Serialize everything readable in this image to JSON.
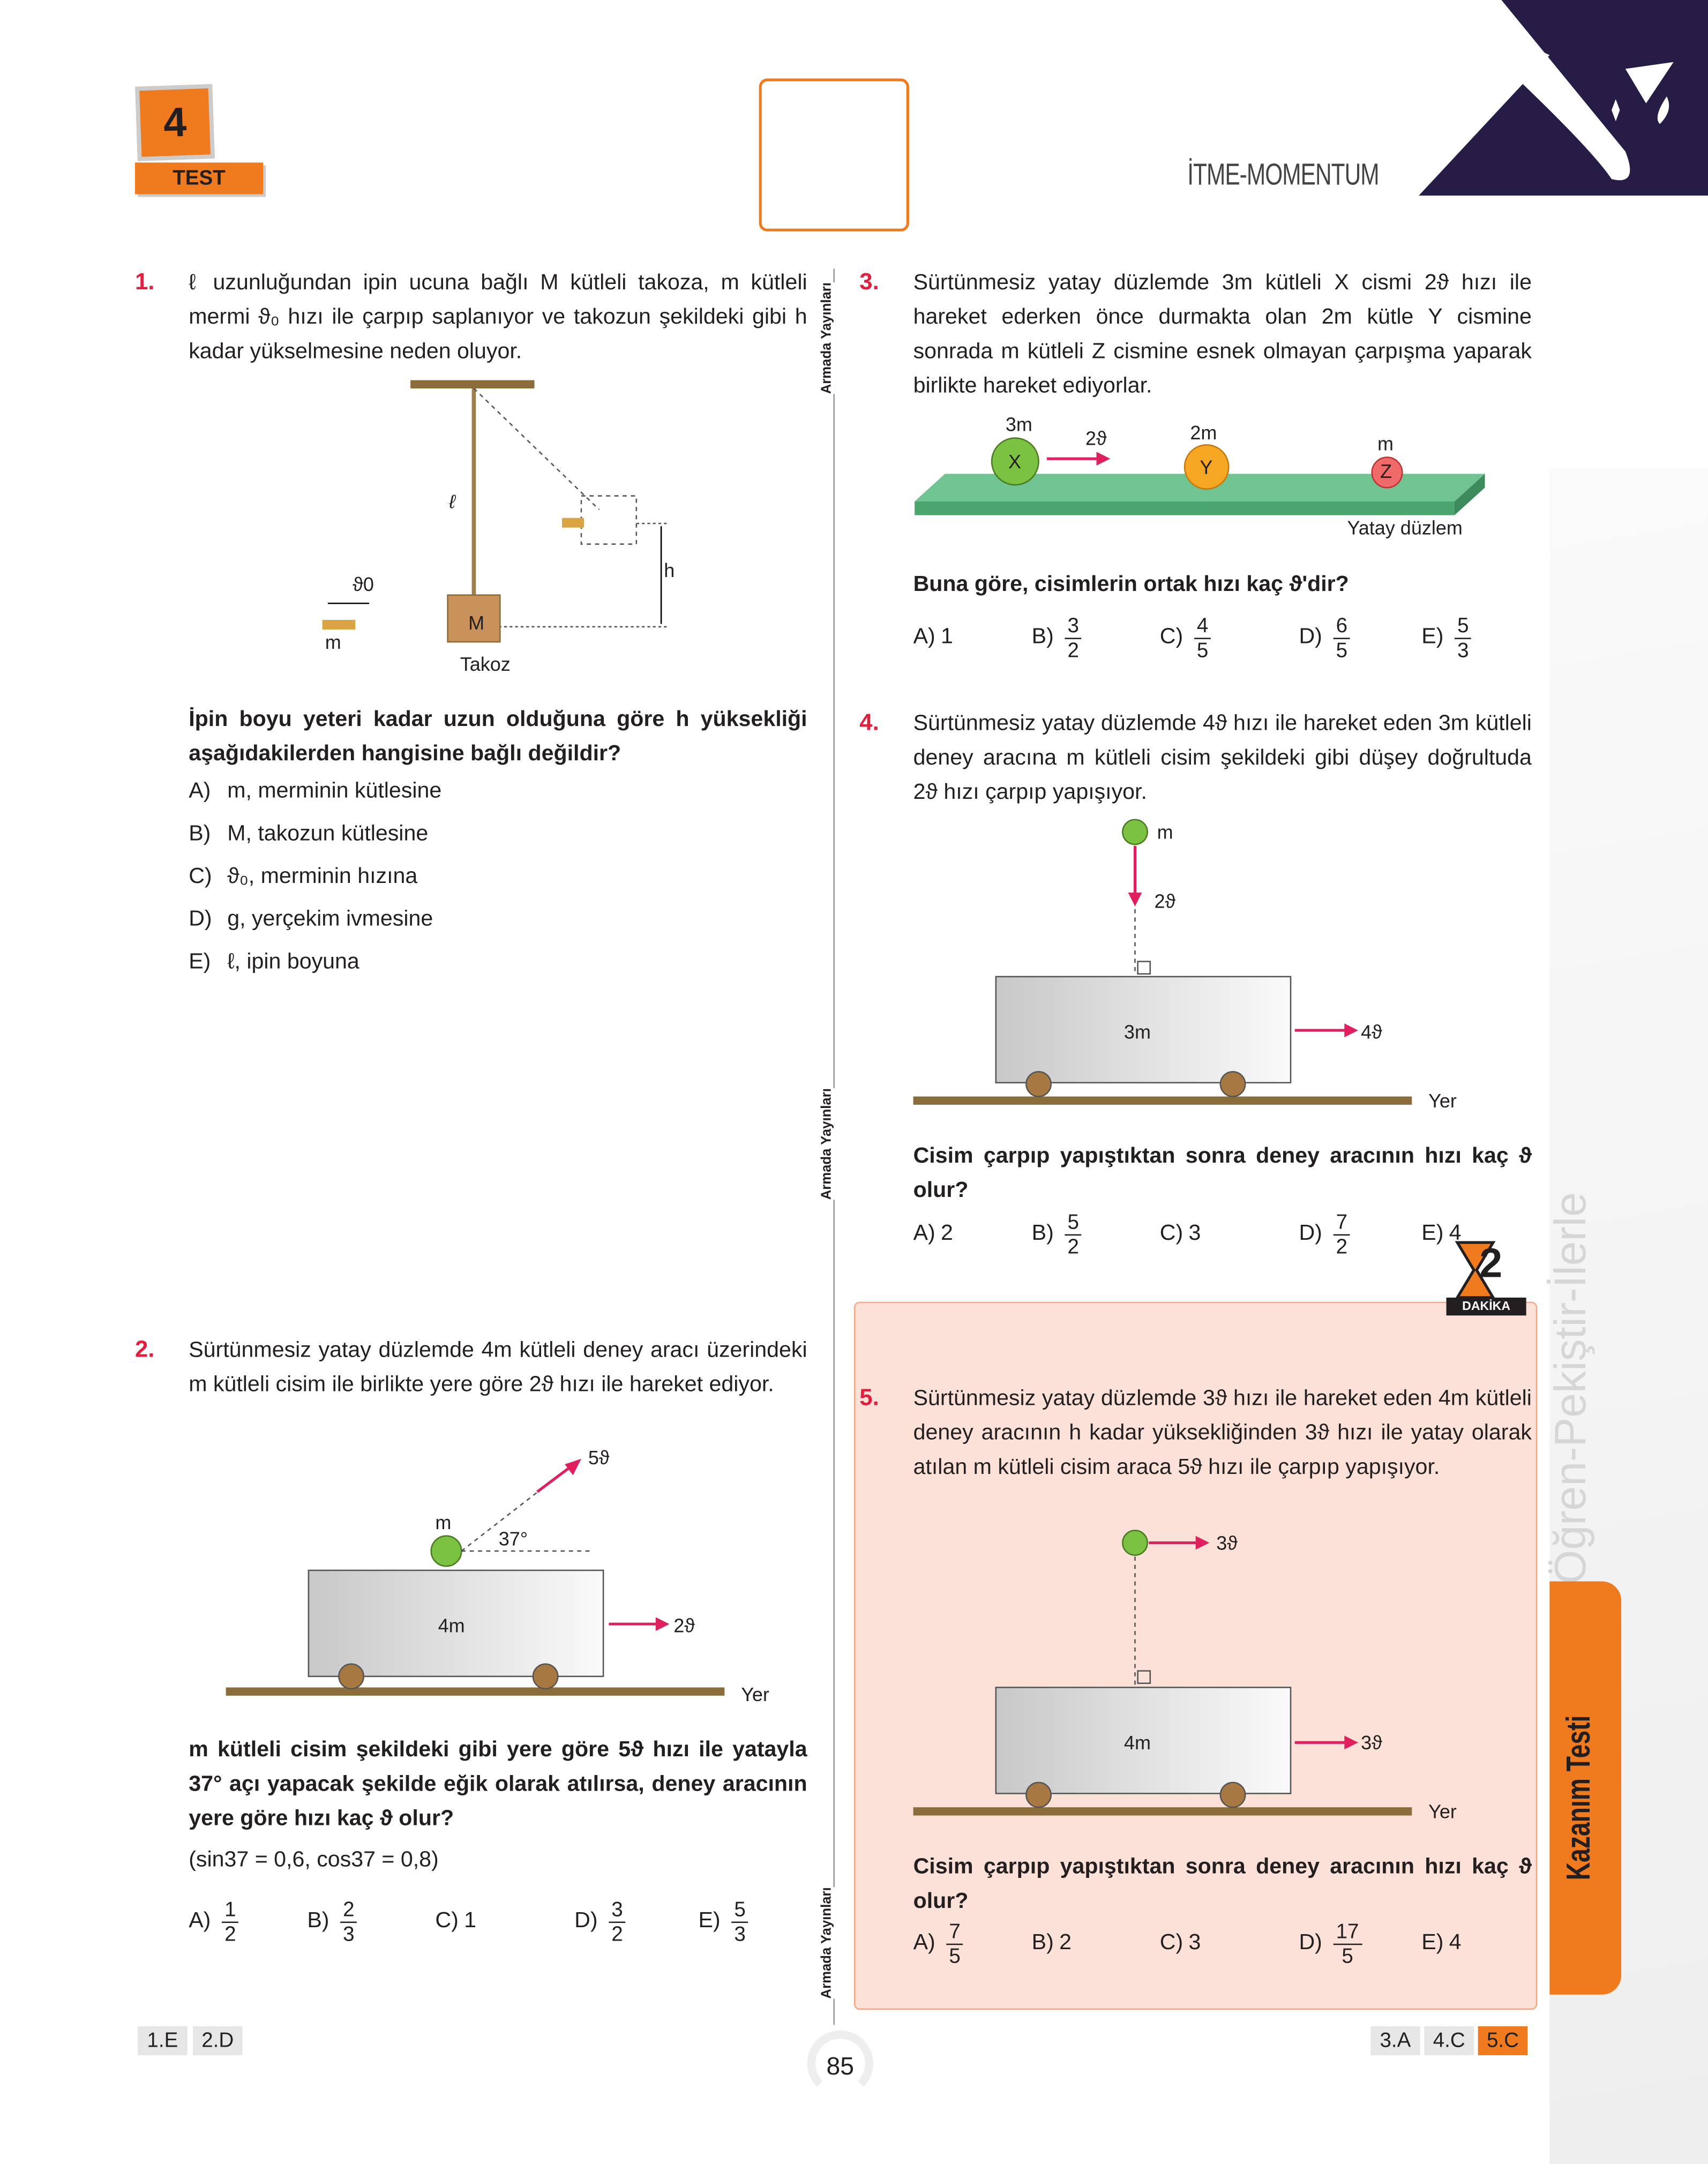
{
  "header": {
    "test_number": "4",
    "test_label": "TEST",
    "topic": "İTME-MOMENTUM",
    "publisher": "Armada Yayınları"
  },
  "side": {
    "slogan": "Öğren-Pekiştir-İlerle",
    "tab": "Kazanım Testi",
    "timer_number": "2",
    "timer_label": "DAKİKA"
  },
  "colors": {
    "accent": "#f07a1e",
    "question_number": "#e0203e",
    "dark": "#261c45",
    "highlight_bg": "#fbe1d8"
  },
  "q1": {
    "number": "1.",
    "text": "ℓ uzunluğundan ipin ucuna bağlı M kütleli takoza, m kütleli mermi ϑ₀ hızı ile çarpıp saplanıyor ve takozun şekildeki gibi h kadar yükselmesine neden oluyor.",
    "fig": {
      "l": "ℓ",
      "h": "h",
      "v0": "ϑ0",
      "m": "m",
      "M": "M",
      "takoz": "Takoz"
    },
    "question": "İpin boyu yeteri kadar uzun olduğuna göre h yüksekliği aşağıdakilerden hangisine bağlı değildir?",
    "options": [
      {
        "k": "A)",
        "t": "m, merminin kütlesine"
      },
      {
        "k": "B)",
        "t": "M, takozun kütlesine"
      },
      {
        "k": "C)",
        "t": "ϑ₀, merminin hızına"
      },
      {
        "k": "D)",
        "t": "g, yerçekim ivmesine"
      },
      {
        "k": "E)",
        "t": "ℓ, ipin boyuna"
      }
    ]
  },
  "q2": {
    "number": "2.",
    "text": "Sürtünmesiz yatay düzlemde 4m kütleli deney aracı üzerindeki m kütleli cisim ile birlikte yere göre 2ϑ hızı ile hareket ediyor.",
    "fig": {
      "v5": "5ϑ",
      "m": "m",
      "angle": "37°",
      "cart": "4m",
      "v2": "2ϑ",
      "ground": "Yer"
    },
    "question": "m kütleli cisim şekildeki gibi yere göre 5ϑ hızı ile yatayla 37° açı yapacak şekilde eğik olarak atılırsa, deney aracının yere göre hızı kaç ϑ olur?",
    "hint": "(sin37 = 0,6, cos37 = 0,8)",
    "options": [
      {
        "k": "A)",
        "n": "1",
        "d": "2"
      },
      {
        "k": "B)",
        "n": "2",
        "d": "3"
      },
      {
        "k": "C)",
        "t": "1"
      },
      {
        "k": "D)",
        "n": "3",
        "d": "2"
      },
      {
        "k": "E)",
        "n": "5",
        "d": "3"
      }
    ]
  },
  "q3": {
    "number": "3.",
    "text": "Sürtünmesiz yatay düzlemde 3m kütleli X cismi 2ϑ hızı ile hareket ederken önce durmakta olan 2m kütle Y cismine sonrada m kütleli Z cismine esnek olmayan çarpışma yaparak birlikte hareket ediyorlar.",
    "fig": {
      "mx": "3m",
      "x": "X",
      "v": "2ϑ",
      "my": "2m",
      "y": "Y",
      "mz": "m",
      "z": "Z",
      "plane": "Yatay düzlem"
    },
    "question": "Buna göre, cisimlerin ortak hızı kaç ϑ'dir?",
    "options": [
      {
        "k": "A)",
        "t": "1"
      },
      {
        "k": "B)",
        "n": "3",
        "d": "2"
      },
      {
        "k": "C)",
        "n": "4",
        "d": "5"
      },
      {
        "k": "D)",
        "n": "6",
        "d": "5"
      },
      {
        "k": "E)",
        "n": "5",
        "d": "3"
      }
    ]
  },
  "q4": {
    "number": "4.",
    "text": "Sürtünmesiz yatay düzlemde 4ϑ hızı ile hareket eden 3m kütleli deney aracına m kütleli cisim şekildeki gibi düşey doğrultuda 2ϑ hızı çarpıp yapışıyor.",
    "fig": {
      "m": "m",
      "v": "2ϑ",
      "cart": "3m",
      "vc": "4ϑ",
      "ground": "Yer"
    },
    "question": "Cisim çarpıp yapıştıktan sonra deney aracının hızı kaç ϑ olur?",
    "options": [
      {
        "k": "A)",
        "t": "2"
      },
      {
        "k": "B)",
        "n": "5",
        "d": "2"
      },
      {
        "k": "C)",
        "t": "3"
      },
      {
        "k": "D)",
        "n": "7",
        "d": "2"
      },
      {
        "k": "E)",
        "t": "4"
      }
    ]
  },
  "q5": {
    "number": "5.",
    "text": "Sürtünmesiz yatay düzlemde 3ϑ hızı ile hareket eden 4m kütleli deney aracının h kadar yüksekliğinden 3ϑ hızı ile yatay olarak atılan m kütleli cisim araca 5ϑ hızı ile çarpıp yapışıyor.",
    "fig": {
      "v": "3ϑ",
      "cart": "4m",
      "vc": "3ϑ",
      "ground": "Yer"
    },
    "question": "Cisim çarpıp yapıştıktan sonra deney aracının hızı kaç ϑ olur?",
    "options": [
      {
        "k": "A)",
        "n": "7",
        "d": "5"
      },
      {
        "k": "B)",
        "t": "2"
      },
      {
        "k": "C)",
        "t": "3"
      },
      {
        "k": "D)",
        "n": "17",
        "d": "5"
      },
      {
        "k": "E)",
        "t": "4"
      }
    ]
  },
  "footer": {
    "left_answers": [
      "1.E",
      "2.D"
    ],
    "right_answers": [
      "3.A",
      "4.C",
      "5.C"
    ],
    "page": "85"
  }
}
